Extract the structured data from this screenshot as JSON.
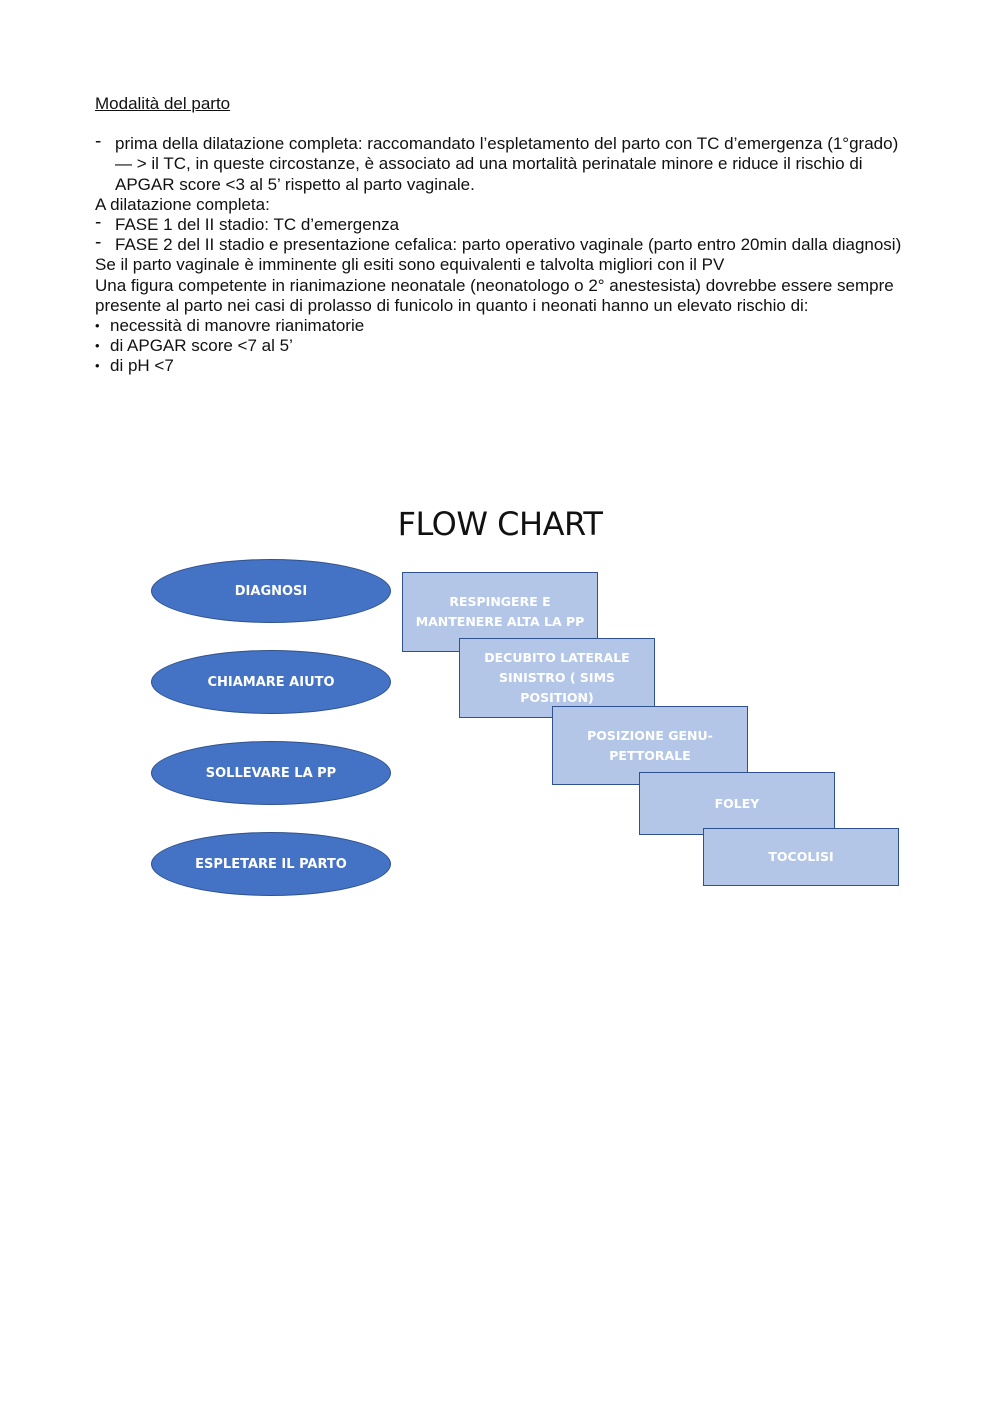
{
  "section": {
    "heading": "Modalità del parto",
    "dash_item_1": "prima della dilatazione completa: raccomandato l’espletamento del parto con TC d’emergenza (1°grado)— > il TC, in queste circostanze, è associato ad una mortalità perinatale minore e riduce il rischio di APGAR score <3 al 5’ rispetto al parto vaginale.",
    "line_full_dilation": "A dilatazione completa:",
    "dash_item_2": "FASE 1 del II stadio: TC d’emergenza",
    "dash_item_3": "FASE 2 del II stadio e presentazione cefalica: parto operativo vaginale (parto entro 20min dalla diagnosi)",
    "line_vaginal": "Se il parto vaginale è imminente gli esiti sono equivalenti e talvolta migliori con il PV",
    "line_neonatal": "Una figura competente in rianimazione neonatale (neonatologo o 2° anestesista) dovrebbe essere sempre presente al parto nei casi di prolasso di funicolo in quanto i neonati hanno un elevato rischio di:",
    "bullets": [
      "necessità di manovre rianimatorie",
      "di APGAR score <7 al 5’",
      "di pH <7"
    ],
    "dash_marker": "-",
    "bullet_marker": "•"
  },
  "flowchart": {
    "title": "FLOW CHART",
    "ellipses": [
      "DIAGNOSI",
      "CHIAMARE AIUTO",
      "SOLLEVARE LA PP",
      "ESPLETARE IL PARTO"
    ],
    "steps": [
      "RESPINGERE E MANTENERE ALTA LA PP",
      "DECUBITO LATERALE SINISTRO ( SIMS POSITION)",
      "POSIZIONE GENU-PETTORALE",
      "FOLEY",
      "TOCOLISI"
    ],
    "colors": {
      "ellipse_fill": "#4472c4",
      "step_fill": "#b4c6e7",
      "border": "#2f528f"
    }
  }
}
